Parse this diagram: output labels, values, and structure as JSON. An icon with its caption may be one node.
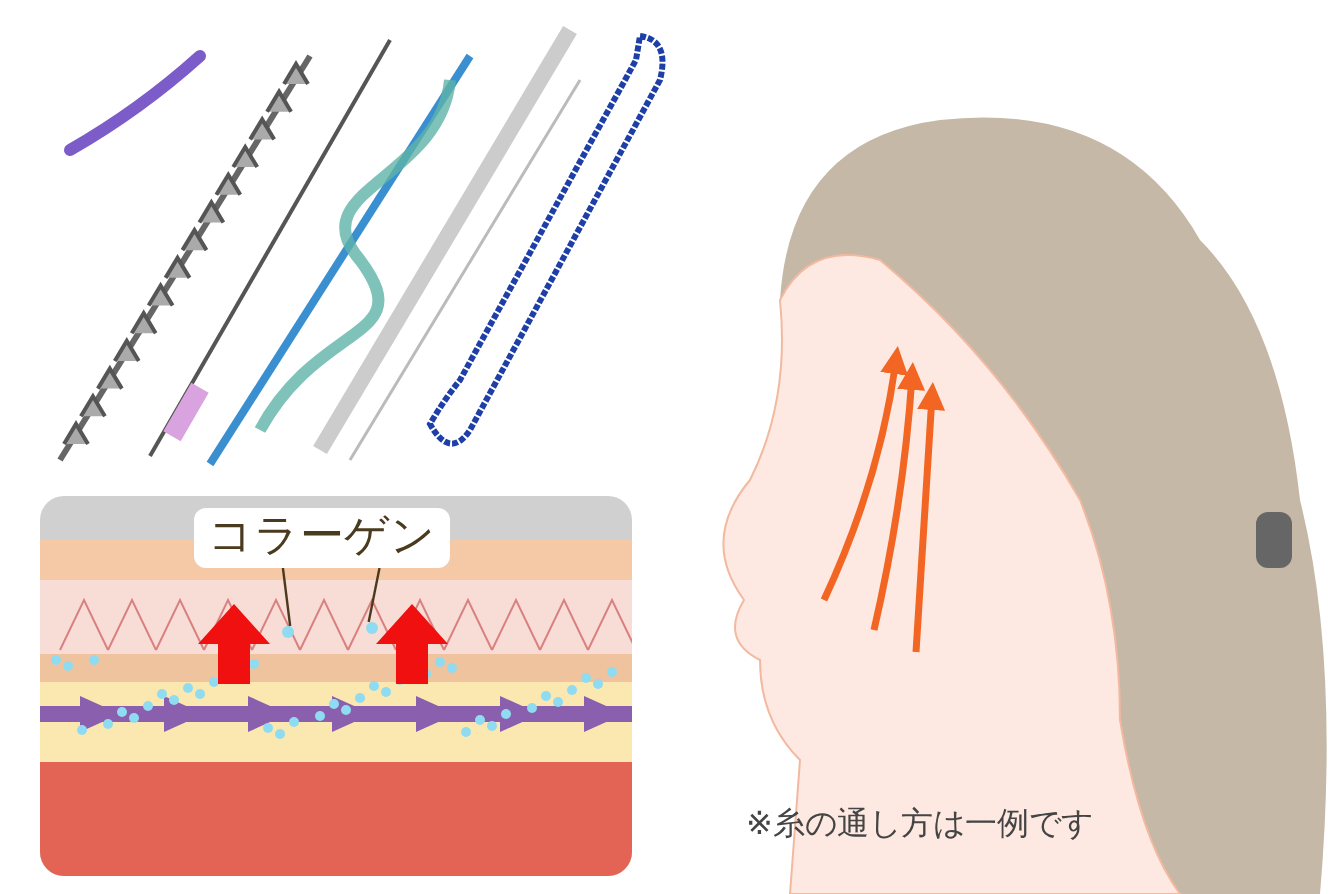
{
  "diagram": {
    "nodes": [
      {
        "text": [
          "コラーゲン"
        ]
      },
      {
        "text": [],
        "shape": "circle"
      },
      {
        "text": [],
        "shape": "circle"
      }
    ],
    "edges": [
      {
        "from": 0,
        "to": 1,
        "arrow": "none"
      },
      {
        "from": 0,
        "to": 2,
        "arrow": "none"
      }
    ],
    "labels": [
      "※糸の通し方は一例です"
    ]
  }
}
